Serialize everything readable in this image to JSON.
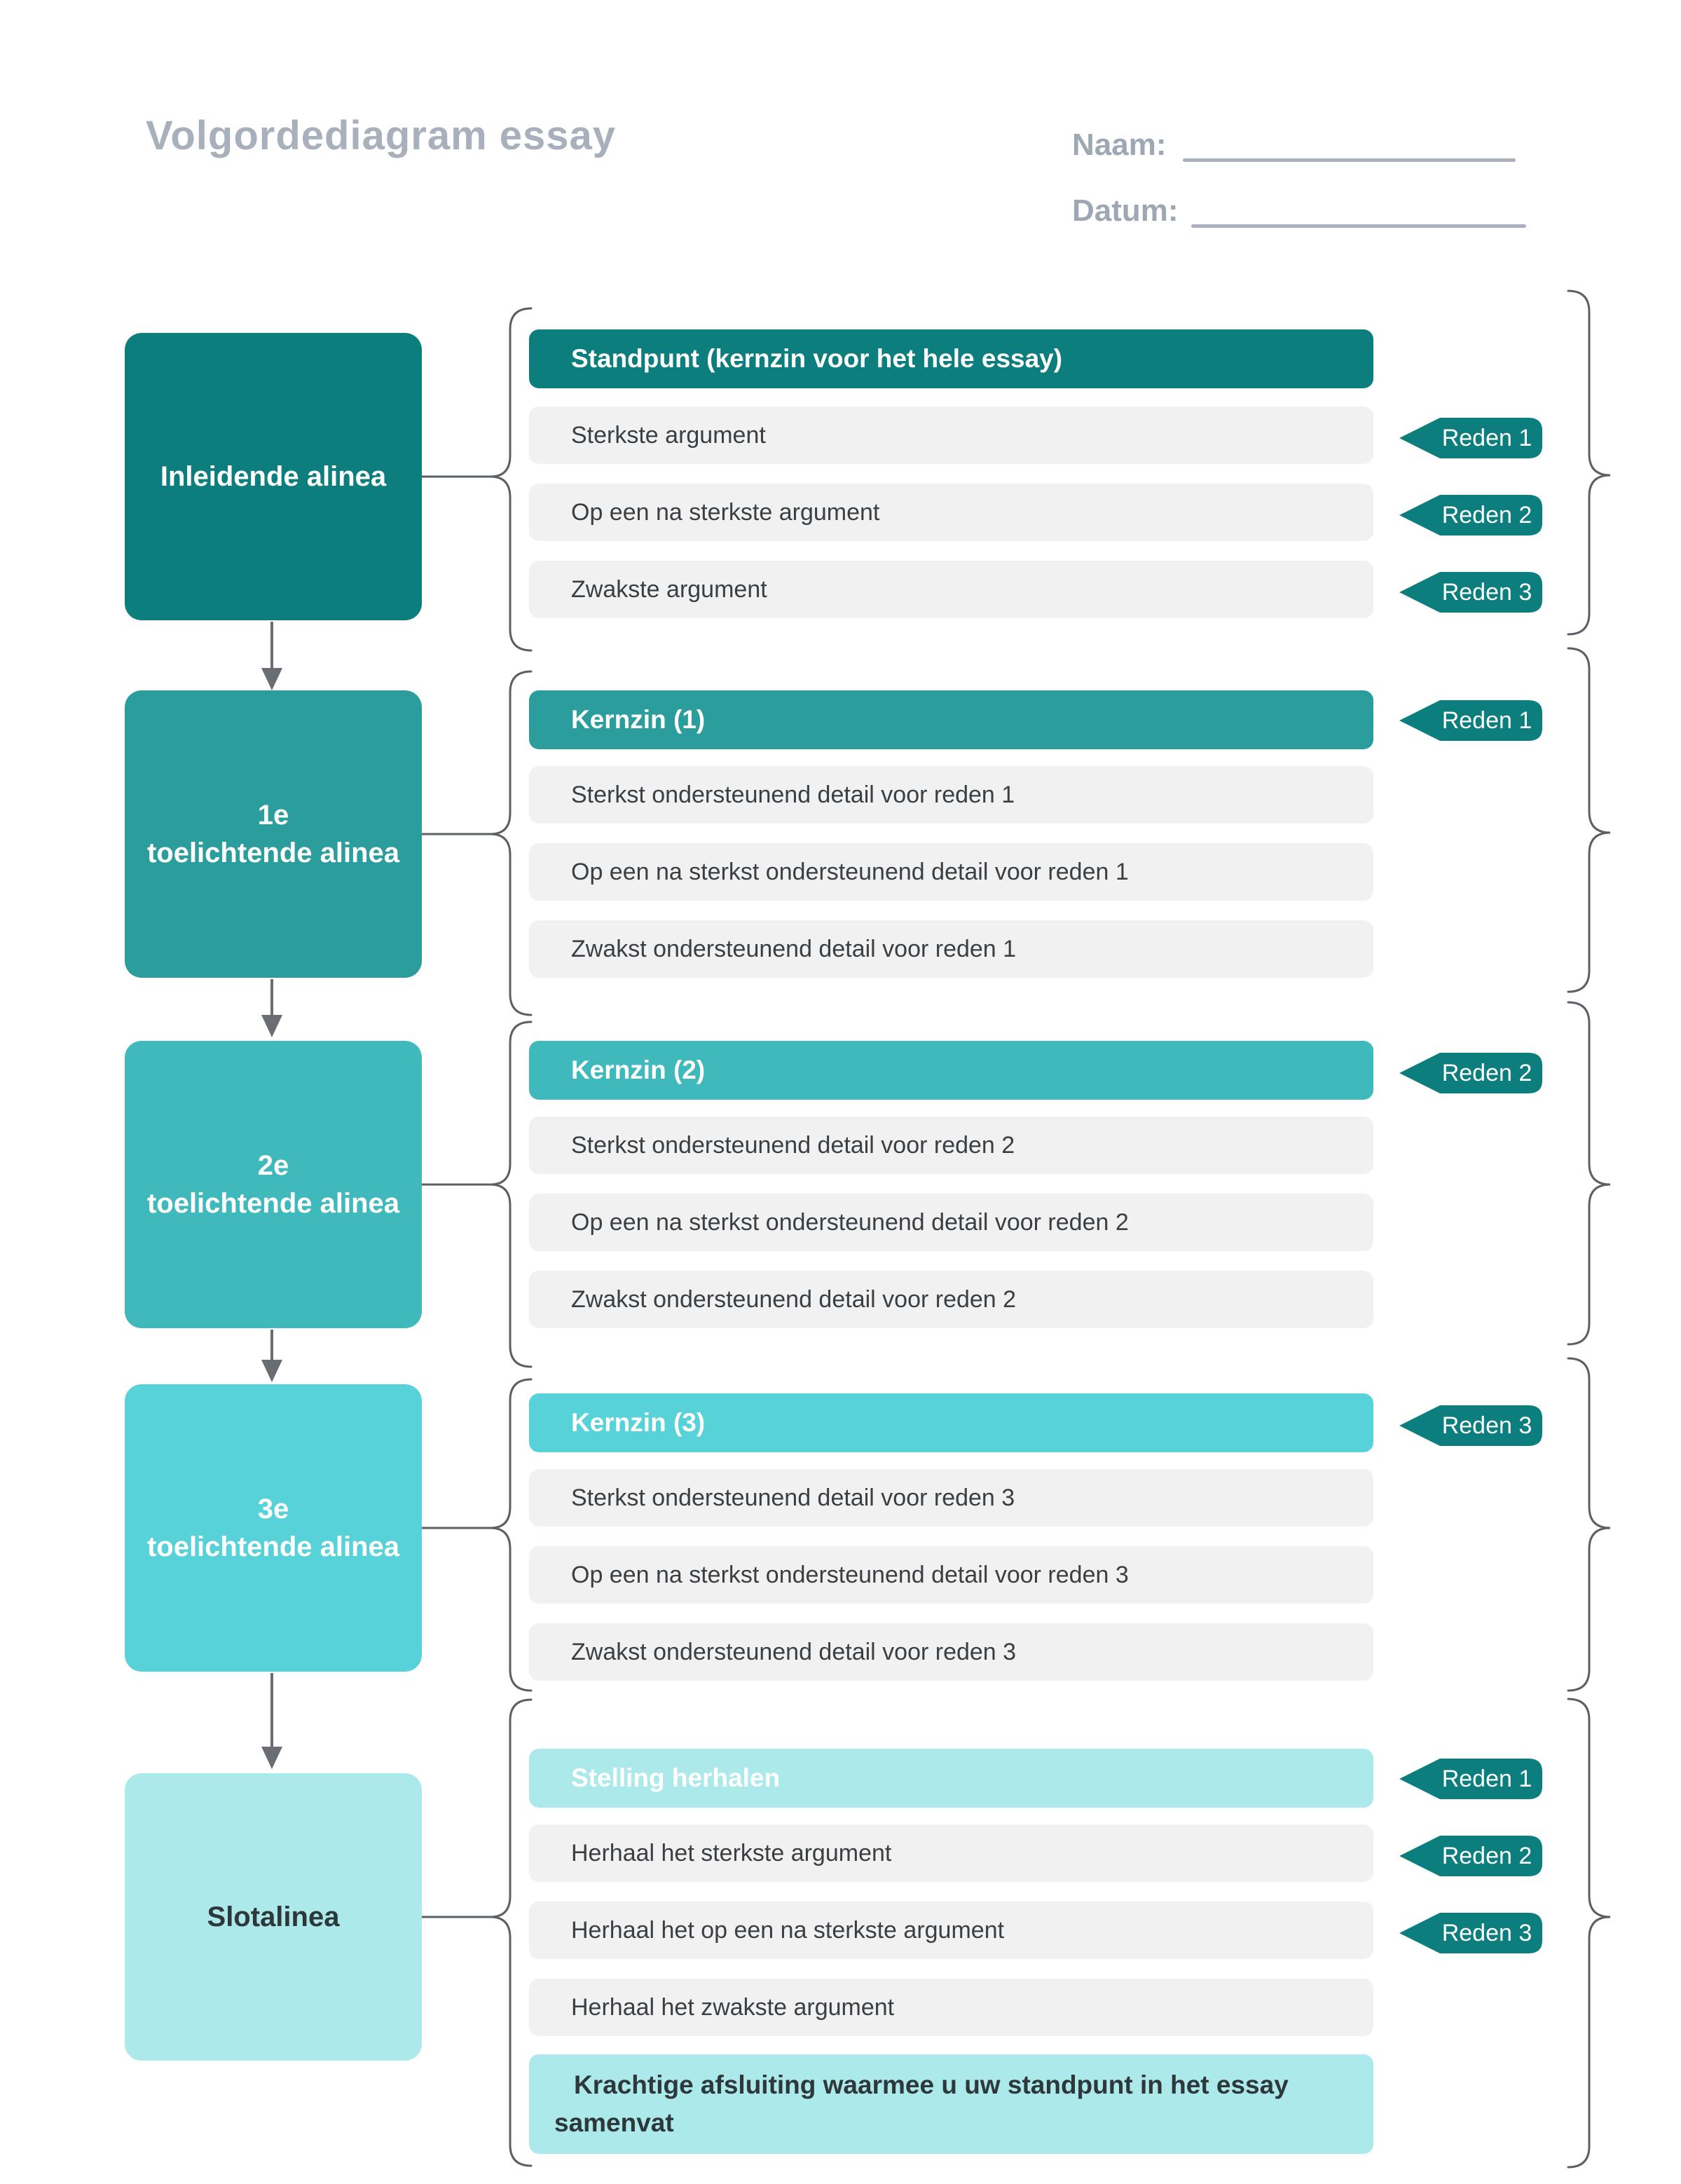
{
  "title": "Volgordediagram essay",
  "fields": {
    "naam": "Naam:",
    "datum": "Datum:"
  },
  "colors": {
    "level1": "#0d7e7e",
    "level2": "#2b9d9c",
    "level3": "#3fb9bb",
    "level4": "#57d2d8",
    "level5": "#abe9ea",
    "row_bg": "#f1f1f1",
    "reden_bg": "#0d7e7e",
    "heading_gray": "#a7b0bb",
    "connector_gray": "#5b6065"
  },
  "boxes": [
    {
      "label": "Inleidende alinea"
    },
    {
      "label": "1e\ntoelichtende alinea"
    },
    {
      "label": "2e\ntoelichtende alinea"
    },
    {
      "label": "3e\ntoelichtende alinea"
    },
    {
      "label": "Slotalinea"
    }
  ],
  "groups": [
    {
      "header": "Standpunt (kernzin voor het hele essay)",
      "rows": [
        "Sterkste argument",
        "Op een na sterkste argument",
        "Zwakste argument"
      ]
    },
    {
      "header": "Kernzin (1)",
      "rows": [
        "Sterkst ondersteunend detail voor reden 1",
        "Op een na sterkst ondersteunend detail voor reden 1",
        "Zwakst ondersteunend detail voor reden 1"
      ]
    },
    {
      "header": "Kernzin (2)",
      "rows": [
        "Sterkst ondersteunend detail voor reden 2",
        "Op een na sterkst ondersteunend detail voor reden 2",
        "Zwakst ondersteunend detail voor reden 2"
      ]
    },
    {
      "header": "Kernzin (3)",
      "rows": [
        "Sterkst ondersteunend detail voor reden 3",
        "Op een na sterkst ondersteunend detail voor reden 3",
        "Zwakst ondersteunend detail voor reden 3"
      ]
    },
    {
      "header": "Stelling herhalen",
      "rows": [
        "Herhaal het sterkste argument",
        "Herhaal het op een na sterkste argument",
        "Herhaal het zwakste argument"
      ],
      "footer": "Krachtige afsluiting waarmee u uw standpunt in het essay samenvat"
    }
  ],
  "reden_labels": [
    "Reden 1",
    "Reden 2",
    "Reden 3"
  ]
}
